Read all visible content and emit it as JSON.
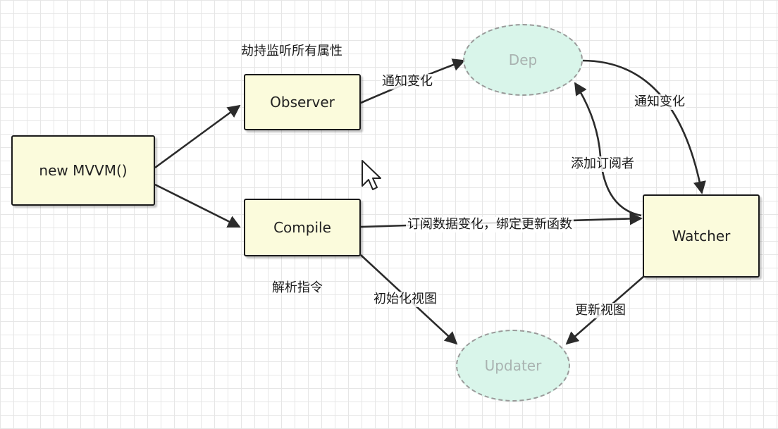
{
  "nodes": {
    "mvvm": "new MVVM()",
    "observer": "Observer",
    "compile": "Compile",
    "watcher": "Watcher",
    "dep": "Dep",
    "updater": "Updater"
  },
  "labels": {
    "observer_caption": "劫持监听所有属性",
    "compile_caption": "解析指令",
    "observer_to_dep": "通知变化",
    "dep_to_watcher": "通知变化",
    "watcher_to_dep": "添加订阅者",
    "compile_to_watcher": "订阅数据变化，绑定更新函数",
    "compile_to_updater": "初始化视图",
    "watcher_to_updater": "更新视图"
  },
  "colors": {
    "node_fill": "#fbfbdc",
    "oval_fill": "#d9f5ea",
    "oval_border": "#9a9a9a",
    "oval_text": "#a9b2b0",
    "arrow": "#2b2b2b"
  },
  "icons": {
    "cursor": "mouse-pointer-icon"
  }
}
